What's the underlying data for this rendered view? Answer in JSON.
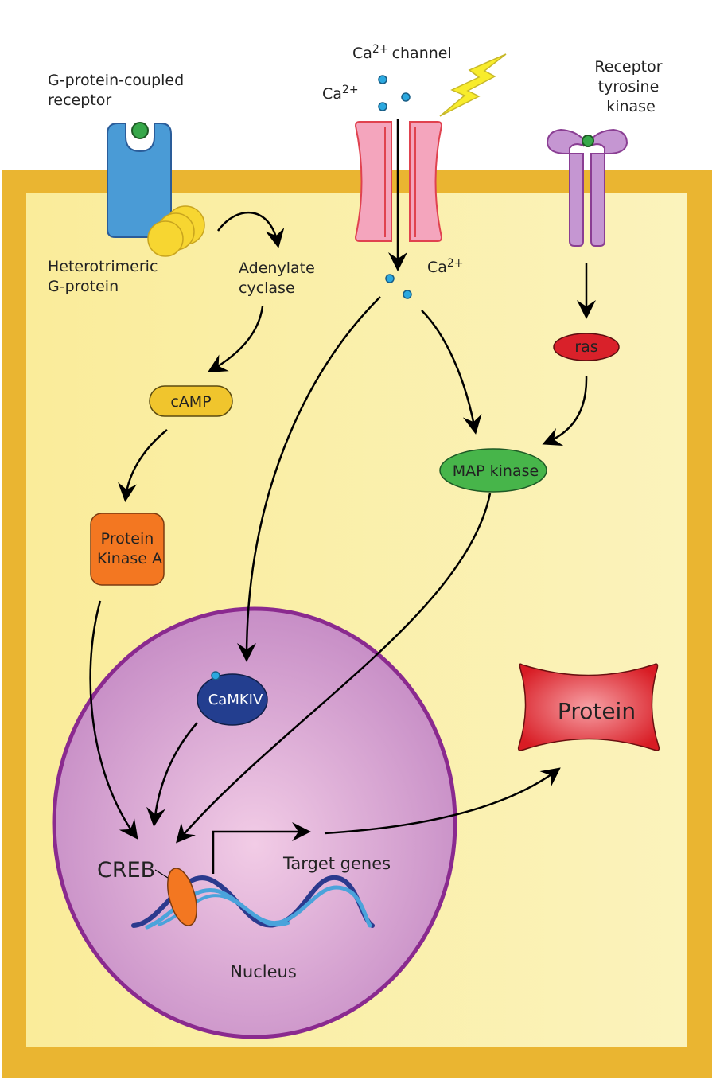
{
  "labels": {
    "gpcr": [
      "G-protein-coupled",
      "receptor"
    ],
    "ca_channel": "channel",
    "ca_channel_prefix": "Ca",
    "ca_sup": "2+",
    "ca_outside": "Ca",
    "ca_inside": "Ca",
    "rtk": [
      "Receptor",
      "tyrosine",
      "kinase"
    ],
    "g_protein": [
      "Heterotrimeric",
      "G-protein"
    ],
    "adenylate_cyclase": [
      "Adenylate",
      "cyclase"
    ],
    "camp": "cAMP",
    "pka": [
      "Protein",
      "Kinase A"
    ],
    "ras": "ras",
    "map_kinase": "MAP kinase",
    "camkiv": "CaMKIV",
    "creb": "CREB",
    "target_genes": "Target genes",
    "nucleus": "Nucleus",
    "protein": "Protein"
  },
  "colors": {
    "membrane": "#EAB531",
    "cytoplasm": "#FAEE9C",
    "nucleus_fill": "#E3B0DA",
    "nucleus_edge": "#8A2A8F",
    "gpcr": "#4A9BD6",
    "gprotein": "#F7D631",
    "channel": "#F4A5BD",
    "channel_edge": "#E0424F",
    "rtk": "#C596D2",
    "camp": "#F0C52D",
    "pka": "#F37721",
    "ras": "#D9212A",
    "map_kinase": "#47B54A",
    "camkiv": "#233E8F",
    "protein": "#E0252B",
    "calcium": "#2BA8DF",
    "ligand": "#37A84A"
  }
}
